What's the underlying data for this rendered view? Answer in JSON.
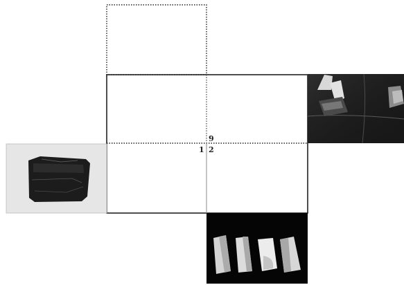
{
  "labels": {
    "top": "9",
    "bottom_left": "1",
    "bottom_right": "2"
  },
  "photos": {
    "left": "folded-dark-fabric-photo",
    "right": "hands-folding-cloth-photo",
    "bottom": "four-folded-paper-packets-photo"
  },
  "colors": {
    "line": "#222222",
    "photo_left_bg": "#e6e6e6",
    "photo_dark_bg": "#050505"
  }
}
